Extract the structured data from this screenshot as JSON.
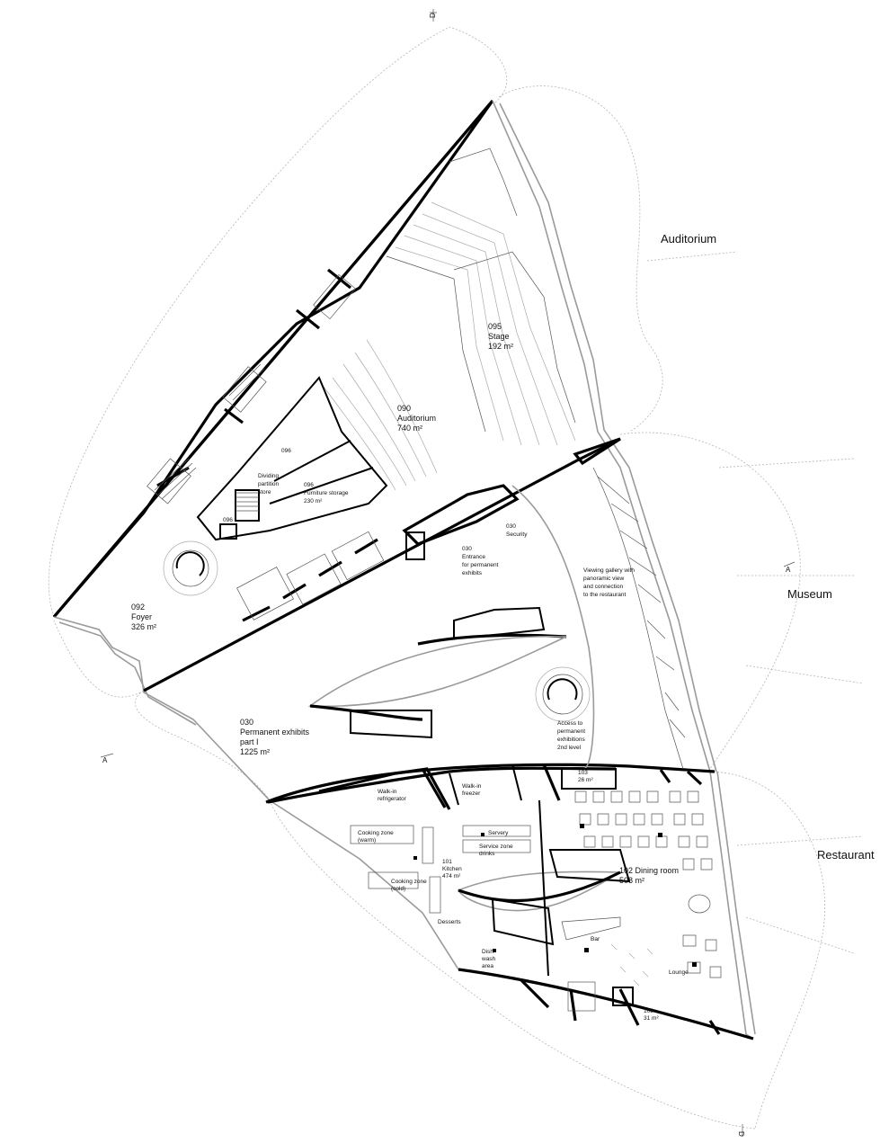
{
  "labels": {
    "auditorium_wing": "Auditorium",
    "museum_wing": "Museum",
    "restaurant_wing": "Restaurant",
    "stage": {
      "num": "095",
      "name": "Stage",
      "area": "192 m²"
    },
    "auditorium": {
      "num": "090",
      "name": "Auditorium",
      "area": "740 m²"
    },
    "store": {
      "num": "096",
      "l1": "Dividing",
      "l2": "partition",
      "l3": "store"
    },
    "furniture": {
      "num": "096",
      "name": "Furniture storage",
      "area": "230 m²"
    },
    "small096": "096",
    "foyer": {
      "num": "092",
      "name": "Foyer",
      "area": "326 m²"
    },
    "security": {
      "num": "030",
      "name": "Security"
    },
    "entrance": {
      "num": "030",
      "l1": "Entrance",
      "l2": "for permanent",
      "l3": "exhibits"
    },
    "gallery": {
      "l1": "Viewing gallery with",
      "l2": "panoramic view",
      "l3": "and connection",
      "l4": "to the restaurant"
    },
    "exhibits": {
      "num": "030",
      "l1": "Permanent exhibits",
      "l2": "part I",
      "area": "1225 m²"
    },
    "access": {
      "l1": "Access to",
      "l2": "permanent",
      "l3": "exhibitions",
      "l4": "2nd level"
    },
    "room103a": {
      "num": "103",
      "area": "26 m²"
    },
    "refrigerator": {
      "l1": "Walk-in",
      "l2": "refrigerator"
    },
    "freezer": {
      "l1": "Walk-in",
      "l2": "freezer"
    },
    "cooking_warm": {
      "l1": "Cooking zone",
      "l2": "(warm)"
    },
    "servery": "Servery",
    "service_zone": {
      "l1": "Service zone",
      "l2": "drinks"
    },
    "kitchen": {
      "num": "101",
      "name": "Kitchen",
      "area": "474 m²"
    },
    "cooking_cold": {
      "l1": "Cooking zone",
      "l2": "(cold)"
    },
    "desserts": "Desserts",
    "dishwash": {
      "l1": "Dish",
      "l2": "wash",
      "l3": "area"
    },
    "dining": {
      "name": "102 Dining room",
      "area": "508 m²"
    },
    "bar": "Bar",
    "lounge": "Lounge",
    "room103b": {
      "num": "103",
      "area": "31 m²"
    },
    "section_a": "A",
    "section_d": "D"
  }
}
